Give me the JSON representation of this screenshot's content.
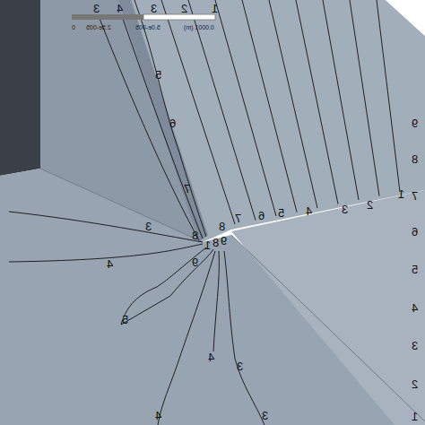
{
  "diagram": {
    "labels": [
      "3",
      "4",
      "3",
      "2",
      "1",
      "0",
      "2.5e-005",
      "5.0e-005",
      "0.0001 (m)",
      "5",
      "6",
      "7",
      "8",
      "1",
      "8",
      "9",
      "8",
      "7",
      "6",
      "5",
      "4",
      "3",
      "2",
      "1",
      "3",
      "9",
      "4",
      "5",
      "4",
      "3",
      "4",
      "3",
      "9",
      "8",
      "7",
      "6",
      "5",
      "4",
      "3",
      "2",
      "1"
    ]
  }
}
